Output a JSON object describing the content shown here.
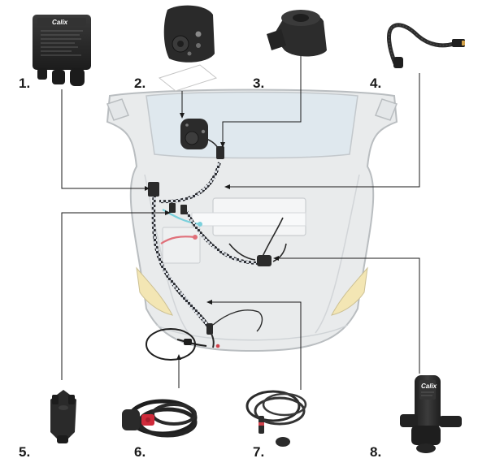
{
  "labels": [
    "1.",
    "2.",
    "3.",
    "4.",
    "5.",
    "6.",
    "7.",
    "8."
  ],
  "brand": "Calix",
  "colors": {
    "body": "#e9ebec",
    "outline": "#b9bdc0",
    "glass": "#dfe8ee",
    "headlight": "#f3e6b4",
    "component": "#2b2b2b",
    "cable_dark": "#2f3136",
    "cable_light": "#d8dce2",
    "pointer": "#1a1a1a",
    "coolant_red": "#e0707a",
    "coolant_blue": "#7ad0dc"
  }
}
